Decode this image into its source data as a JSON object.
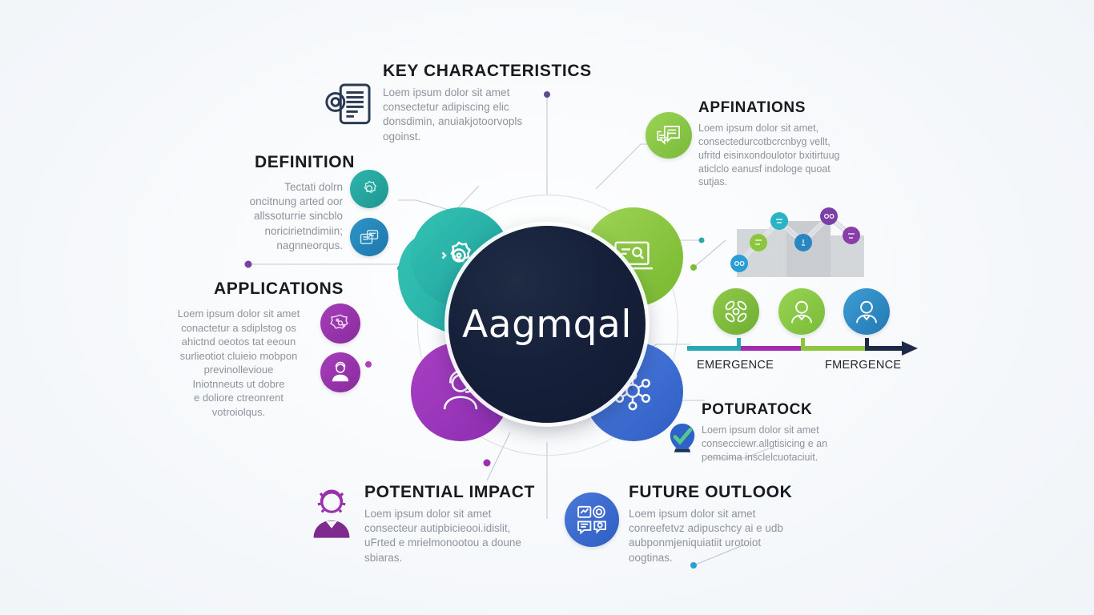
{
  "center": {
    "label": "Aagmqal",
    "petal_colors": [
      "#24b1ad",
      "#8cc63f",
      "#b43fbe",
      "#3b6fd4"
    ],
    "core_color": "#16203a"
  },
  "sections": [
    {
      "id": "key-characteristics",
      "title": "KEY CHARACTERISTICS",
      "body": [
        "Loem ipsum dolor sit amet",
        "consectetur adipiscing elic",
        "donsdimin, anuiakjotoorvopls",
        "ogoinst."
      ],
      "icon": "document-icon",
      "accent": "#27384f"
    },
    {
      "id": "affinations",
      "title": "APFINATIONS",
      "body": [
        "Loem ipsum dolor sit amet,",
        "consectedurcotbcrcnbyg vellt,",
        "ufritd eisinxondoulotor bxitirtuug",
        "aticlclo eanusf indologe quoat",
        "sutjas."
      ],
      "icon": "chat-bubbles-icon",
      "accent": "#7ac143"
    },
    {
      "id": "definition",
      "title": "DEFINITION",
      "body": [
        "Tectati dolrn",
        "oncitnung arted oor",
        "allssoturrie sincblo",
        "noricirietndimiin;",
        "nagnneorqus."
      ],
      "icon": "gear-icon",
      "accent": "#2aa9a4"
    },
    {
      "id": "applications",
      "title": "APPLICATIONS",
      "body": [
        "Loem ipsum dolor sit amet",
        "conactetur a sdiplstog os",
        "ahictnd oeotos tat eeoun",
        "surlieotiot cluieio mobpon",
        "previnollevioue",
        "Iniotnneuts ut dobre",
        "e doliore ctreonrent",
        "votroiolqus."
      ],
      "icon": "molecule-icon",
      "accent": "#9b2fae"
    },
    {
      "id": "poturatock",
      "title": "POTURATOCK",
      "body": [
        "Loem ipsum dolor sit amet",
        "consecciewr.allgtisicing e an",
        "pemcima insclelcuotaciuit."
      ],
      "icon": "badge-check-icon",
      "accent": "#3b6fd4"
    },
    {
      "id": "potential-impact",
      "title": "POTENTIAL IMPACT",
      "body": [
        "Loem ipsum dolor sit amet",
        "consecteur autipbicieooi.idislit,",
        "uFrted e mrielmonootou a doune",
        "sbiaras."
      ],
      "icon": "person-outline-icon",
      "accent": "#8e2f9e"
    },
    {
      "id": "future-outlook",
      "title": "FUTURE OUTLOOK",
      "body": [
        "Loem ipsum dolor sit amet",
        "conreefetvz adipuschcy ai e udb",
        "aubponmjeniquiatiit urotoiot",
        "oogtinas."
      ],
      "icon": "dashboard-quad-icon",
      "accent": "#3b6fd4"
    }
  ],
  "side_chips": [
    {
      "id": "def-gear",
      "icon": "gear-icon",
      "color": "#2aa9a4"
    },
    {
      "id": "def-card",
      "icon": "card-stack-icon",
      "color": "#2a86c0"
    },
    {
      "id": "app-molecule",
      "icon": "molecule-icon",
      "color": "#9b2fae"
    },
    {
      "id": "app-person",
      "icon": "person-filled-icon",
      "color": "#9b2fae"
    }
  ],
  "timeline": {
    "labels": [
      "EMERGENCE",
      "FMERGENCE"
    ],
    "segments": [
      {
        "color": "#2ba6b5",
        "width": 64
      },
      {
        "color": "#a32bb0",
        "width": 80
      },
      {
        "color": "#8cc63f",
        "width": 80
      },
      {
        "color": "#1d2a47",
        "width": 66
      }
    ],
    "personas": [
      {
        "id": "persona-1",
        "icon": "flower-network-icon",
        "color": "#7cbb3e"
      },
      {
        "id": "persona-2",
        "icon": "person-head-icon",
        "color": "#8cc63f"
      },
      {
        "id": "persona-3",
        "icon": "person-head-icon",
        "color": "#2f8ec9"
      }
    ]
  },
  "network": {
    "nodes": [
      {
        "id": "n1",
        "color": "#2a9fd6"
      },
      {
        "id": "n2",
        "color": "#8cc63f"
      },
      {
        "id": "n3",
        "color": "#2ab3c4"
      },
      {
        "id": "n4",
        "color": "#2a86c0"
      },
      {
        "id": "n5",
        "color": "#7b3fa8"
      },
      {
        "id": "n6",
        "color": "#8a3fa8"
      }
    ]
  }
}
